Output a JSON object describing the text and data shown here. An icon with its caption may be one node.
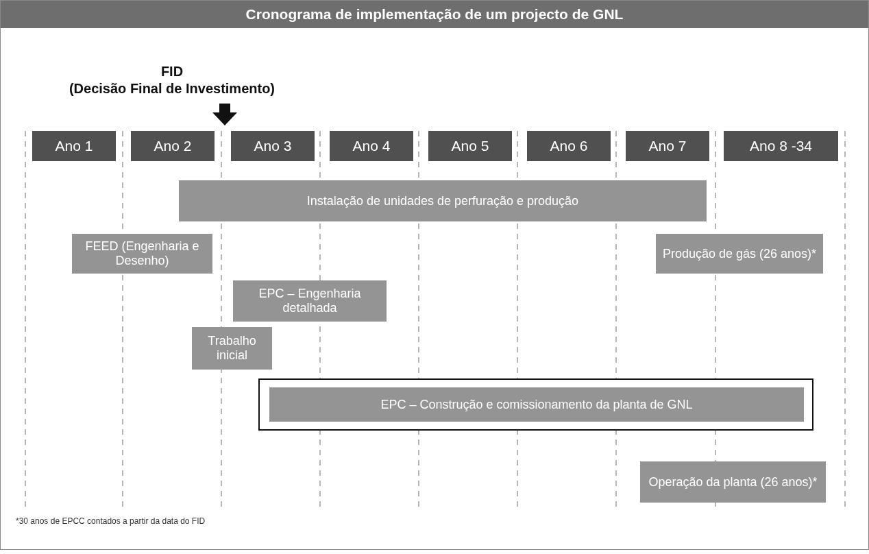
{
  "diagram": {
    "title": "Cronograma de implementação de um projecto de GNL",
    "nodes": [
      {
        "text": [
          "FID",
          "(Decisão Final de Investimento)"
        ]
      },
      {
        "text": [
          "Ano 1"
        ]
      },
      {
        "text": [
          "Ano 2"
        ]
      },
      {
        "text": [
          "Ano 3"
        ]
      },
      {
        "text": [
          "Ano 4"
        ]
      },
      {
        "text": [
          "Ano 5"
        ]
      },
      {
        "text": [
          "Ano 6"
        ]
      },
      {
        "text": [
          "Ano 7"
        ]
      },
      {
        "text": [
          "Ano 8 -34"
        ]
      },
      {
        "text": [
          "Instalação de unidades de perfuração e produção"
        ]
      },
      {
        "text": [
          "FEED (Engenharia e Desenho)"
        ]
      },
      {
        "text": [
          "Produção de gás (26 anos)*"
        ]
      },
      {
        "text": [
          "EPC – Engenharia detalhada"
        ]
      },
      {
        "text": [
          "Trabalho inicial"
        ]
      },
      {
        "text": [],
        "shape": "box"
      },
      {
        "text": [
          "EPC – Construção e comissionamento da planta de GNL"
        ],
        "in": 14
      },
      {
        "text": [
          "Operação da planta (26 anos)*"
        ]
      }
    ],
    "caption": "*30 anos de EPCC contados a partir da data do FID"
  }
}
